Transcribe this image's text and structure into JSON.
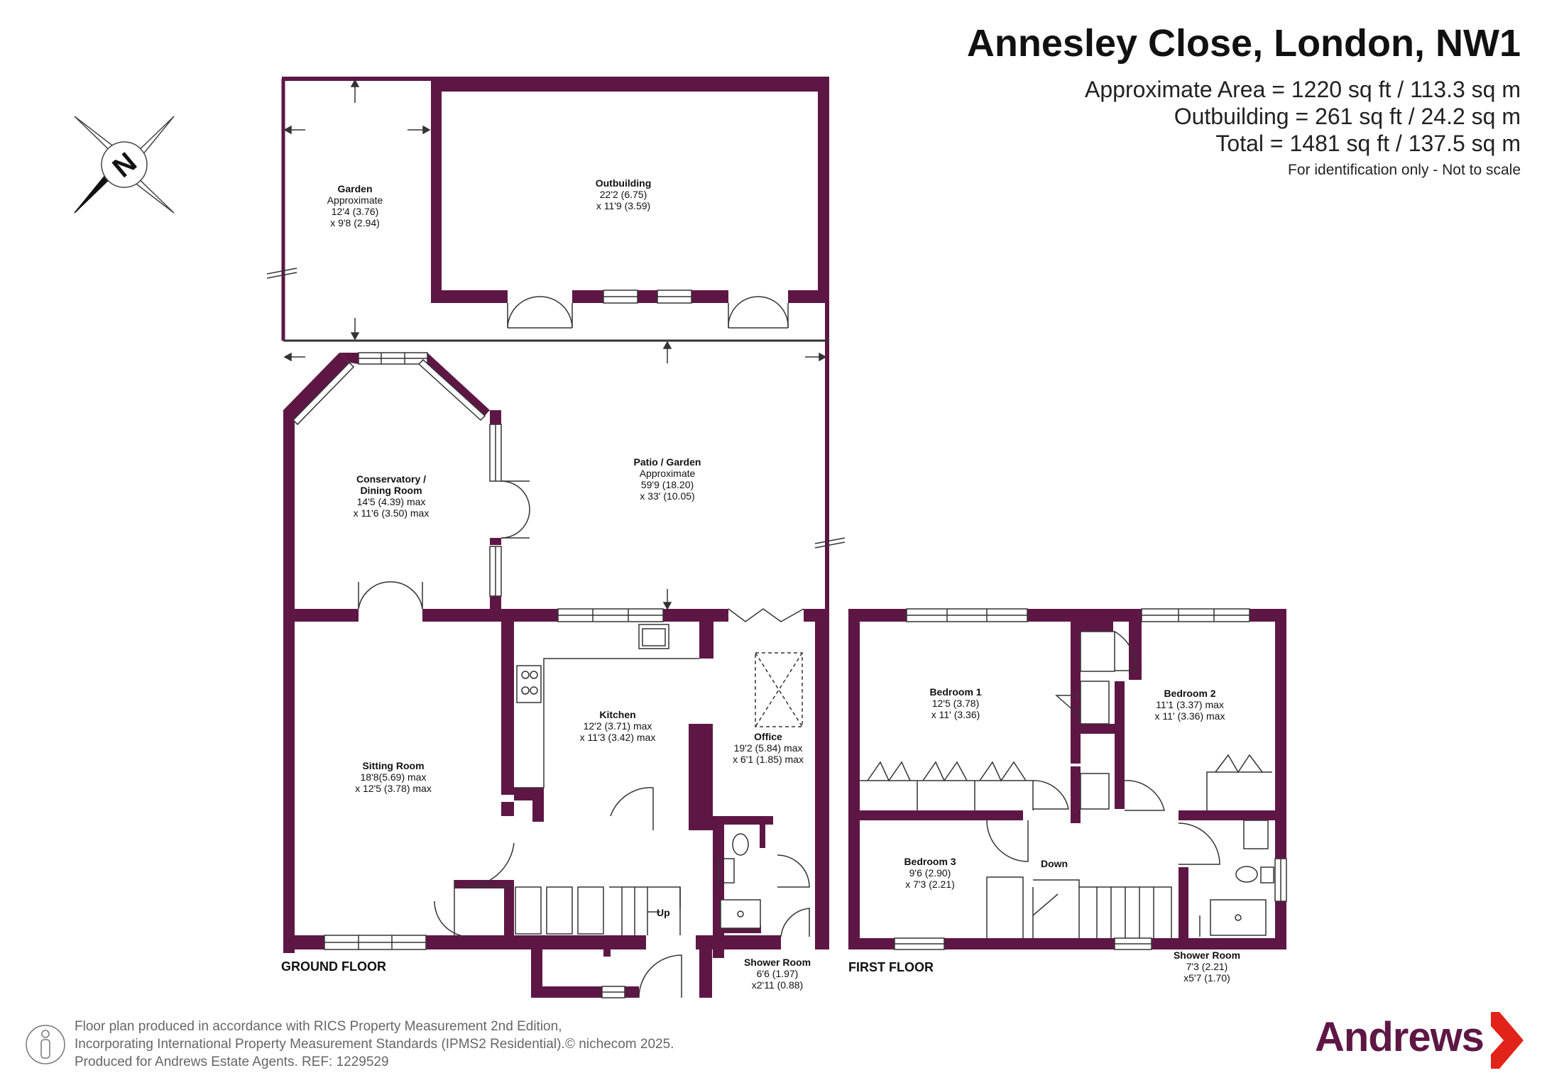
{
  "header": {
    "title": "Annesley Close, London, NW1",
    "area_lines": [
      "Approximate Area = 1220 sq ft / 113.3 sq m",
      "Outbuilding = 261 sq ft / 24.2 sq m",
      "Total = 1481 sq ft / 137.5 sq m"
    ],
    "note": "For identification only - Not to scale"
  },
  "compass": {
    "letter": "N"
  },
  "floors": {
    "ground": "GROUND FLOOR",
    "first": "FIRST FLOOR"
  },
  "rooms": {
    "garden": [
      "Garden",
      "Approximate",
      "12'4 (3.76)",
      "x 9'8 (2.94)"
    ],
    "outbuilding": [
      "Outbuilding",
      "22'2 (6.75)",
      "x 11'9 (3.59)"
    ],
    "patio": [
      "Patio / Garden",
      "Approximate",
      "59'9 (18.20)",
      "x 33' (10.05)"
    ],
    "conservatory": [
      "Conservatory /",
      "Dining Room",
      "14'5 (4.39) max",
      "x 11'6 (3.50) max"
    ],
    "kitchen": [
      "Kitchen",
      "12'2 (3.71) max",
      "x 11'3 (3.42) max"
    ],
    "office": [
      "Office",
      "19'2 (5.84) max",
      "x 6'1 (1.85) max"
    ],
    "sitting": [
      "Sitting Room",
      "18'8(5.69) max",
      "x 12'5 (3.78) max"
    ],
    "shower_ground": [
      "Shower Room",
      "6'6 (1.97)",
      "x2'11 (0.88)"
    ],
    "bedroom1": [
      "Bedroom 1",
      "12'5 (3.78)",
      "x 11' (3.36)"
    ],
    "bedroom2": [
      "Bedroom 2",
      "11'1 (3.37) max",
      "x 11' (3.36) max"
    ],
    "bedroom3": [
      "Bedroom 3",
      "9'6 (2.90)",
      "x 7'3 (2.21)"
    ],
    "shower_first": [
      "Shower Room",
      "7'3 (2.21)",
      "x5'7 (1.70)"
    ]
  },
  "labels": {
    "up": "Up",
    "down": "Down"
  },
  "footer": {
    "lines": [
      "Floor plan produced in accordance with RICS Property Measurement 2nd Edition,",
      "Incorporating International Property Measurement Standards (IPMS2 Residential).",
      "Produced for Andrews Estate Agents.   REF: 1229529"
    ],
    "copyright": "© nichecom 2025."
  },
  "brand": {
    "name": "Andrews"
  },
  "colors": {
    "wall": "#5e1745",
    "window": "#ffffff",
    "line": "#333333",
    "brand_red": "#e2231a"
  }
}
